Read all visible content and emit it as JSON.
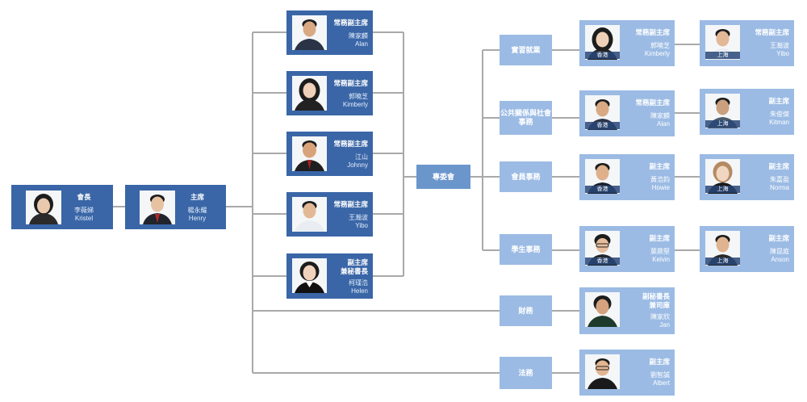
{
  "colors": {
    "dark_card": "#3a66a7",
    "light_card": "#9bbbe4",
    "committee_box": "#6a96cc",
    "connector": "#a9a9a9"
  },
  "president": {
    "title": "會長",
    "name": "李薇娣",
    "english": "Kristel"
  },
  "chairman": {
    "title": "主席",
    "name": "楊永耀",
    "english": "Henry"
  },
  "vice_chairs": [
    {
      "title": "常務副主席",
      "name": "陳家麟",
      "english": "Alan"
    },
    {
      "title": "常務副主席",
      "name": "郭曉芝",
      "english": "Kimberly"
    },
    {
      "title": "常務副主席",
      "name": "江山",
      "english": "Johnny"
    },
    {
      "title": "常務副主席",
      "name": "王瀚波",
      "english": "Yibo"
    },
    {
      "title": "副主席\n兼秘書長",
      "name": "柯瑾浩",
      "english": "Helen"
    }
  ],
  "committee": {
    "label": "專委會"
  },
  "departments": [
    {
      "label": "實習就業",
      "hk": {
        "title": "常務副主席",
        "name": "郭曉芝",
        "english": "Kimberly",
        "location": "香港"
      },
      "sh": {
        "title": "常務副主席",
        "name": "王瀚波",
        "english": "Yibo",
        "location": "上海"
      }
    },
    {
      "label": "公共關係與社會\n事務",
      "hk": {
        "title": "常務副主席",
        "name": "陳家麟",
        "english": "Alan",
        "location": "香港"
      },
      "sh": {
        "title": "副主席",
        "name": "朱俊傑",
        "english": "Kitman",
        "location": "上海"
      }
    },
    {
      "label": "會員事務",
      "hk": {
        "title": "副主席",
        "name": "黃浩鈞",
        "english": "Howie",
        "location": "香港"
      },
      "sh": {
        "title": "副主席",
        "name": "朱嘉盈",
        "english": "Norma",
        "location": "上海"
      }
    },
    {
      "label": "學生事務",
      "hk": {
        "title": "副主席",
        "name": "葉鼎堅",
        "english": "Kelvin",
        "location": "香港"
      },
      "sh": {
        "title": "副主席",
        "name": "陳昆庭",
        "english": "Anson",
        "location": "上海"
      }
    }
  ],
  "finance": {
    "label": "財務",
    "person": {
      "title": "副秘書長\n兼司庫",
      "name": "陳家欣",
      "english": "Jan"
    }
  },
  "legal": {
    "label": "法務",
    "person": {
      "title": "副主席",
      "name": "劉智誠",
      "english": "Albert"
    }
  },
  "icons": [
    "person-photo-icon"
  ]
}
